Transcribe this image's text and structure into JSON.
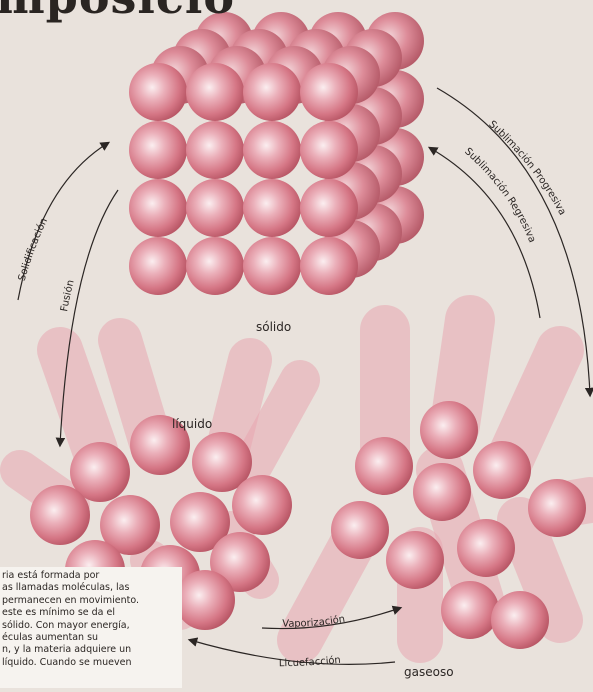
{
  "heading": "mposicio",
  "states": {
    "solid": "sólido",
    "liquid": "líquido",
    "gas": "gaseoso"
  },
  "transitions": {
    "solidification": "Solidificación",
    "fusion": "Fusión",
    "sublimation_progressive": "Sublimación Progresiva",
    "sublimation_regressive": "Sublimación Regresiva",
    "vaporization": "Vaporización",
    "liquefaction": "Licuefacción"
  },
  "paragraph": [
    "ria está formada por",
    "as llamadas moléculas, las",
    "permanecen en movimiento.",
    "este es mínimo se da el",
    "sólido. Con mayor energía,",
    "éculas aumentan su",
    "n, y la materia adquiere un",
    "líquido. Cuando se mueven"
  ],
  "colors": {
    "sphere_light": "#fbeef0",
    "sphere_mid": "#e28e9b",
    "sphere_dark": "#b85665",
    "background": "#e9e2dc",
    "text": "#2b2624"
  }
}
